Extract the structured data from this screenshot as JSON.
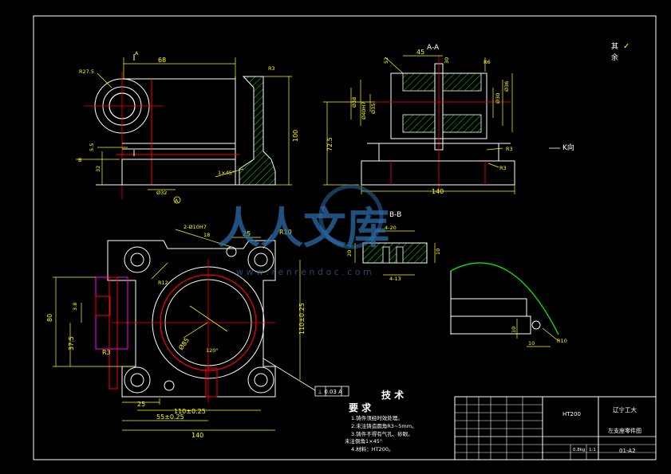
{
  "view_labels": {
    "section_aa": "A-A",
    "section_bb": "B-B",
    "view_k": "K向",
    "marker_a1": "A",
    "marker_a2": "A",
    "marker_b": "B"
  },
  "front_view": {
    "r_left": "R27.5",
    "width": "68",
    "r_right": "R3",
    "height": "100",
    "h1": "5.5",
    "h2": "32",
    "chamfer": "1×45°",
    "bottom": "Ø32"
  },
  "section_aa_dims": {
    "top_width": "45",
    "d1": "52",
    "d2": "30",
    "d3": "Ø36",
    "d4": "Ø30",
    "d5": "Ø40H7",
    "left_h": "Ø38",
    "l2": "Ø35",
    "r1": "R6",
    "height": "72.5",
    "width": "140",
    "r3a": "R3",
    "r3b": "R3"
  },
  "plan_view": {
    "hole_note": "2-Ø10H7",
    "d25": "25",
    "r10": "R10",
    "depth": "18",
    "r12": "R12",
    "r3": "R3",
    "bore": "Ø85",
    "angle": "120°",
    "v110": "110±0.25",
    "h80": "80",
    "h37": "37.5",
    "h3": "3.8",
    "b140": "140",
    "b110": "110±0.25",
    "b55": "55±0.25",
    "b25": "25",
    "tolerance_frame": "⊥ 0.03 A"
  },
  "section_bb_dims": {
    "top": "4-20",
    "left": "20",
    "right": "10",
    "bottom": "4-13"
  },
  "k_view": {
    "d10": "10",
    "d10b": "10",
    "r": "R10"
  },
  "notes": {
    "title_1": "技 术",
    "title_2": "要 求",
    "items": [
      "1.铸件须经时效处理。",
      "2.未注铸造圆角R3~5mm。",
      "3.铸件不得有气孔、砂眼。",
      "4.材料：HT200。"
    ],
    "unnamed": "未注倒角1×45°"
  },
  "surface_note": {
    "line1": "其",
    "line2": "余",
    "symbol": "✓"
  },
  "title_block": {
    "material": "HT200",
    "school": "辽宁工大",
    "drawing_name": "左支座零件图",
    "scale_label": "0.8kg",
    "scale": "1:1",
    "number": "01-A2"
  },
  "watermark": {
    "chars": "人人文库",
    "url": "w w w . r e n r e n d o c . c o m"
  },
  "colors": {
    "background": "#000000",
    "outline": "#ffffff",
    "dimension": "#ffff00",
    "centerline": "#ff0000",
    "hatch": "#00ff00",
    "hidden": "#ff00ff",
    "cyan": "#00ffff"
  }
}
